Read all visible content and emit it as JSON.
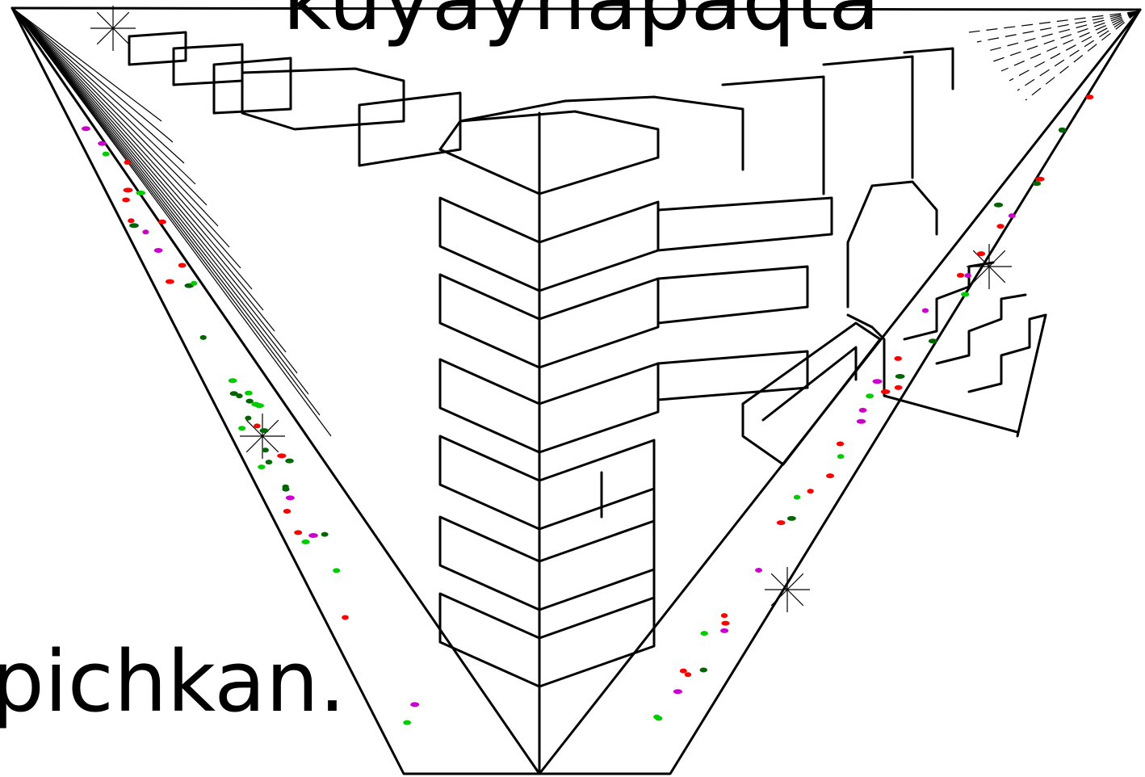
{
  "captions": {
    "top": "kuyaynapaqta",
    "bottom": "ipichkan."
  },
  "colors": {
    "ink": "#000000",
    "background": "#ffffff",
    "dot_red": "#ff0000",
    "dot_green": "#00cc00",
    "dot_magenta": "#cc00cc",
    "dot_darkgreen": "#006600"
  },
  "illustration": {
    "subject": "two-point perspective line drawing of a city block with stairs"
  }
}
